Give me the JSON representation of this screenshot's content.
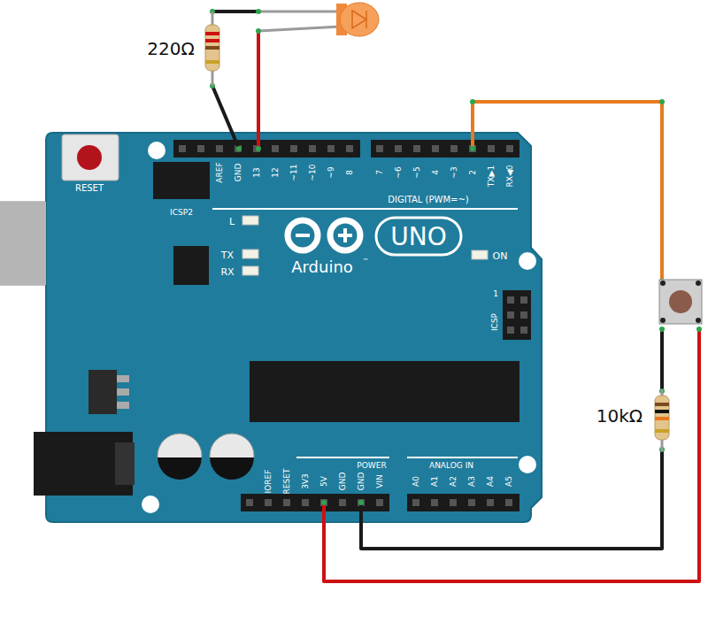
{
  "diagram": {
    "labels": [
      "220Ω",
      "RESET",
      "ICSP2",
      "AREF",
      "GND",
      "13",
      "12",
      "~11",
      "~10",
      "~9",
      "8",
      "7",
      "~6",
      "~5",
      "4",
      "~3",
      "2",
      "TX▶1",
      "RX◀0",
      "DIGITAL (PWM=~)",
      "L",
      "TX",
      "RX",
      "Arduino",
      "™",
      "UNO",
      "ON",
      "1",
      "ICSP",
      "IOREF",
      "RESET",
      "3V3",
      "5V",
      "GND",
      "GND",
      "VIN",
      "POWER",
      "ANALOG IN",
      "A0",
      "A1",
      "A2",
      "A3",
      "A4",
      "A5",
      "10kΩ"
    ]
  }
}
